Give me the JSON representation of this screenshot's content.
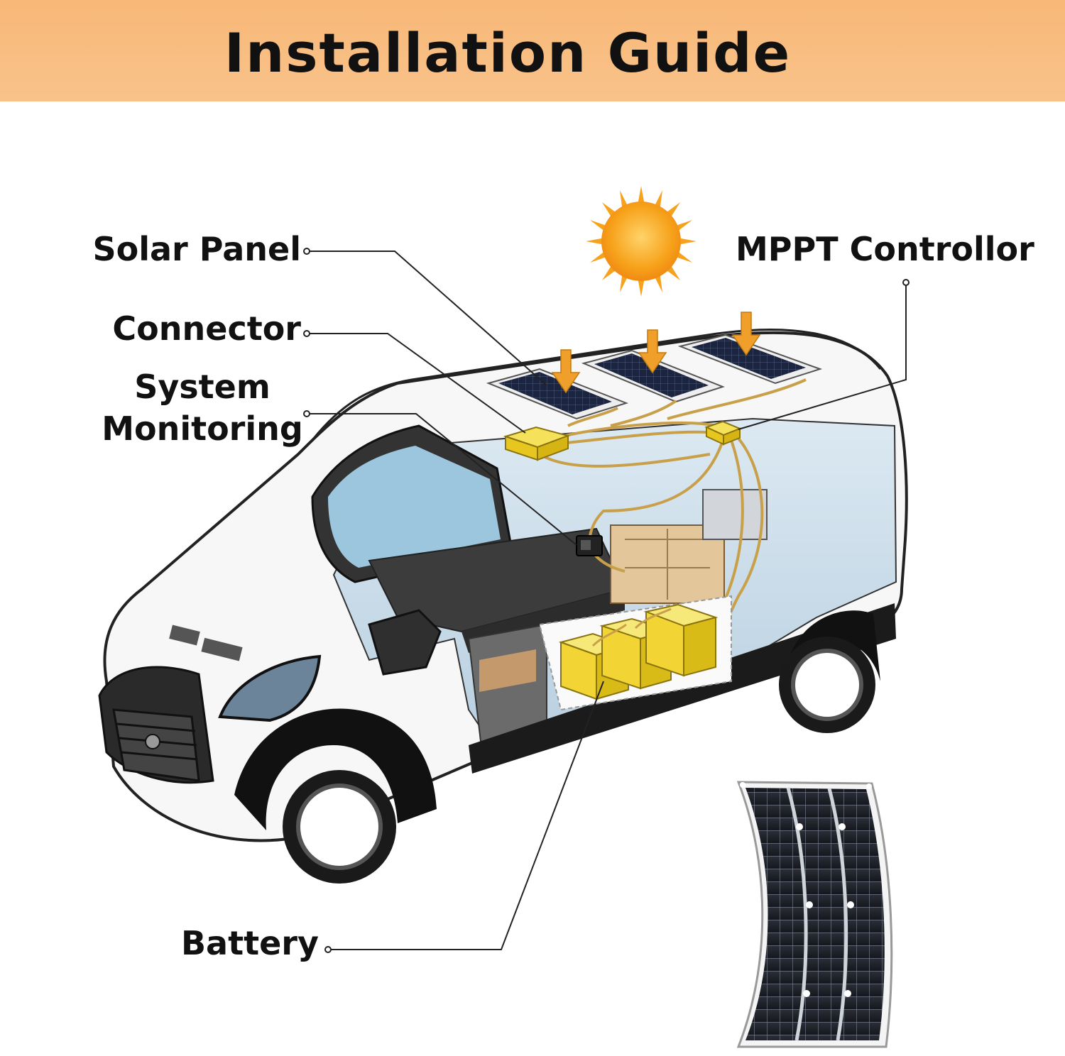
{
  "title": "Installation Guide",
  "labels": {
    "solar_panel": "Solar Panel",
    "mppt_controller": "MPPT Controllor",
    "connector": "Connector",
    "system_monitoring_line1": "System",
    "system_monitoring_line2": "Monitoring",
    "battery": "Battery"
  },
  "colors": {
    "header": "#f9c28a",
    "component_yellow": "#f2d534",
    "cable": "#c9a04a",
    "sun": "#f7a21b"
  },
  "icons": [
    "sun-icon",
    "arrow-down-icon",
    "solar-panel-icon",
    "battery-icon",
    "van-illustration"
  ]
}
